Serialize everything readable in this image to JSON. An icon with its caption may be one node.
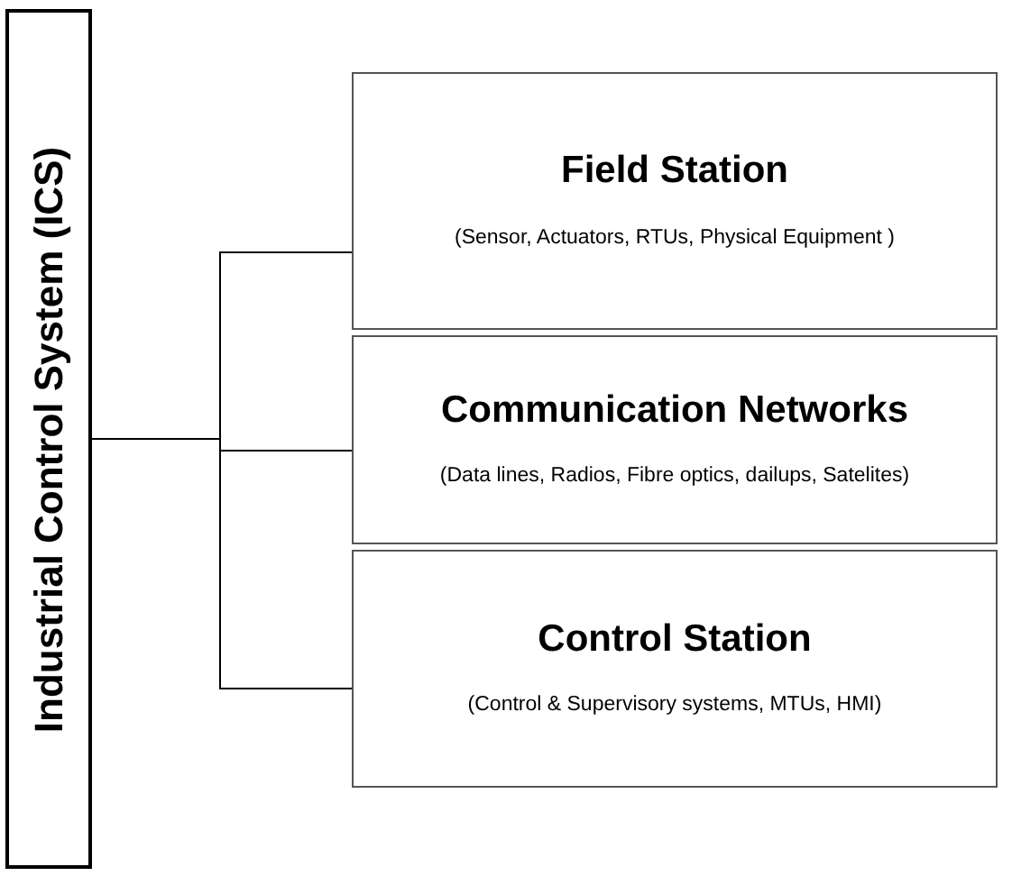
{
  "diagram": {
    "nodes": [
      {
        "text": [
          "Industrial Control System (ICS)"
        ]
      },
      {
        "text": [
          "Field Station",
          "(Sensor, Actuators, RTUs, Physical Equipment )"
        ]
      },
      {
        "text": [
          "Communication Networks",
          "(Data lines, Radios, Fibre optics, dailups, Satelites)"
        ]
      },
      {
        "text": [
          "Control Station",
          "(Control & Supervisory systems, MTUs, HMI)"
        ]
      }
    ],
    "edges": [
      {
        "from": 0,
        "to": 1,
        "arrow": "none"
      },
      {
        "from": 0,
        "to": 2,
        "arrow": "none"
      },
      {
        "from": 0,
        "to": 3,
        "arrow": "none"
      }
    ]
  }
}
